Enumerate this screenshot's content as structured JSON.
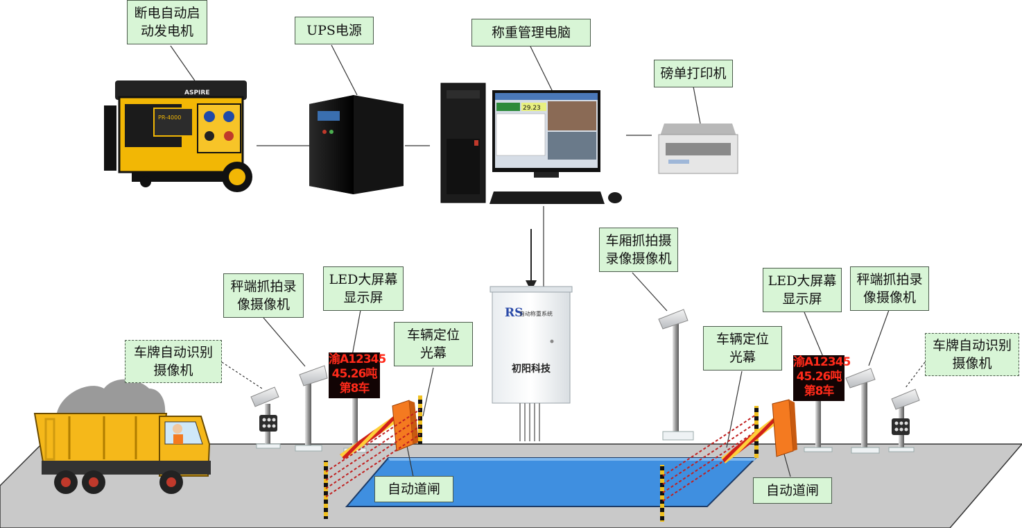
{
  "labels": {
    "generator": "断电自动启\n动发电机",
    "ups": "UPS电源",
    "computer": "称重管理电脑",
    "printer": "磅单打印机",
    "cargo_camera": "车厢抓拍摄\n录像摄像机",
    "led_left": "LED大屏幕\n显示屏",
    "led_right": "LED大屏幕\n显示屏",
    "scale_cam_left": "秤端抓拍录\n像摄像机",
    "scale_cam_right": "秤端抓拍录\n像摄像机",
    "plate_cam_left": "车牌自动识别\n摄像机",
    "plate_cam_right": "车牌自动识别\n摄像机",
    "light_curtain_left": "车辆定位\n光幕",
    "light_curtain_right": "车辆定位\n光幕",
    "gate_left": "自动道闸",
    "gate_right": "自动道闸"
  },
  "led_display": {
    "plate": "渝A12345",
    "weight": "45.26吨",
    "queue": "第8车"
  },
  "cabinet": {
    "logo": "RS",
    "system_name": "自动称重系统",
    "company": "初阳科技"
  },
  "device_text": {
    "generator_brand": "ASPIRE",
    "generator_model": "PR-4000",
    "monitor_weight": "29.23"
  },
  "colors": {
    "label_fill": "#d8f5d6",
    "platform": "#3f8fe0",
    "ground": "#c9c9c9",
    "gate_orange": "#f47a20",
    "truck_yellow": "#f5b81a",
    "led_text": "#ff2a1a"
  }
}
